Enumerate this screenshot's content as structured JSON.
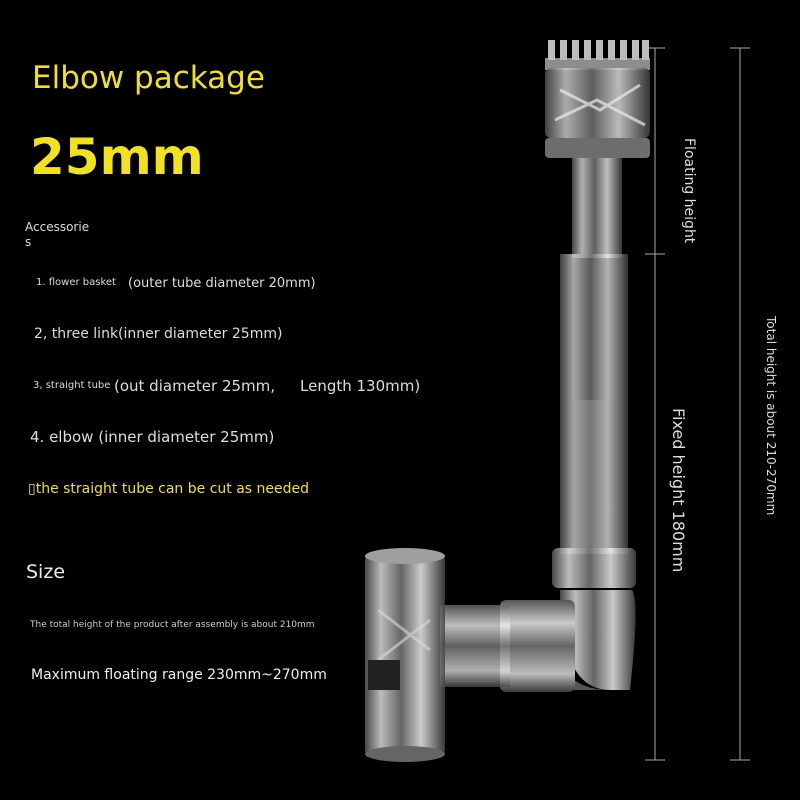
{
  "header": {
    "title": "Elbow package",
    "size": "25mm"
  },
  "accessories": {
    "label_line1": "Accessorie",
    "label_line2": "s",
    "item1_name": "1. flower basket",
    "item1_detail": "(outer tube diameter 20mm)",
    "item2": "2, three link(inner diameter 25mm)",
    "item3_name": "3, straight tube",
    "item3_detail": "(out diameter 25mm,",
    "item3_length": "Length 130mm)",
    "item4": "4. elbow (inner diameter 25mm)",
    "note": "▯the straight tube can be cut as needed"
  },
  "size_section": {
    "heading": "Size",
    "total_height": "The total height of the product after assembly is about 210mm",
    "max_range": "Maximum floating range 230mm~270mm"
  },
  "dimensions": {
    "floating": "Floating height",
    "fixed": "Fixed height 180mm",
    "total": "Total height is about 210-270mm"
  },
  "colors": {
    "accent": "#f2e21c",
    "background": "#000000",
    "text": "#dddddd"
  }
}
